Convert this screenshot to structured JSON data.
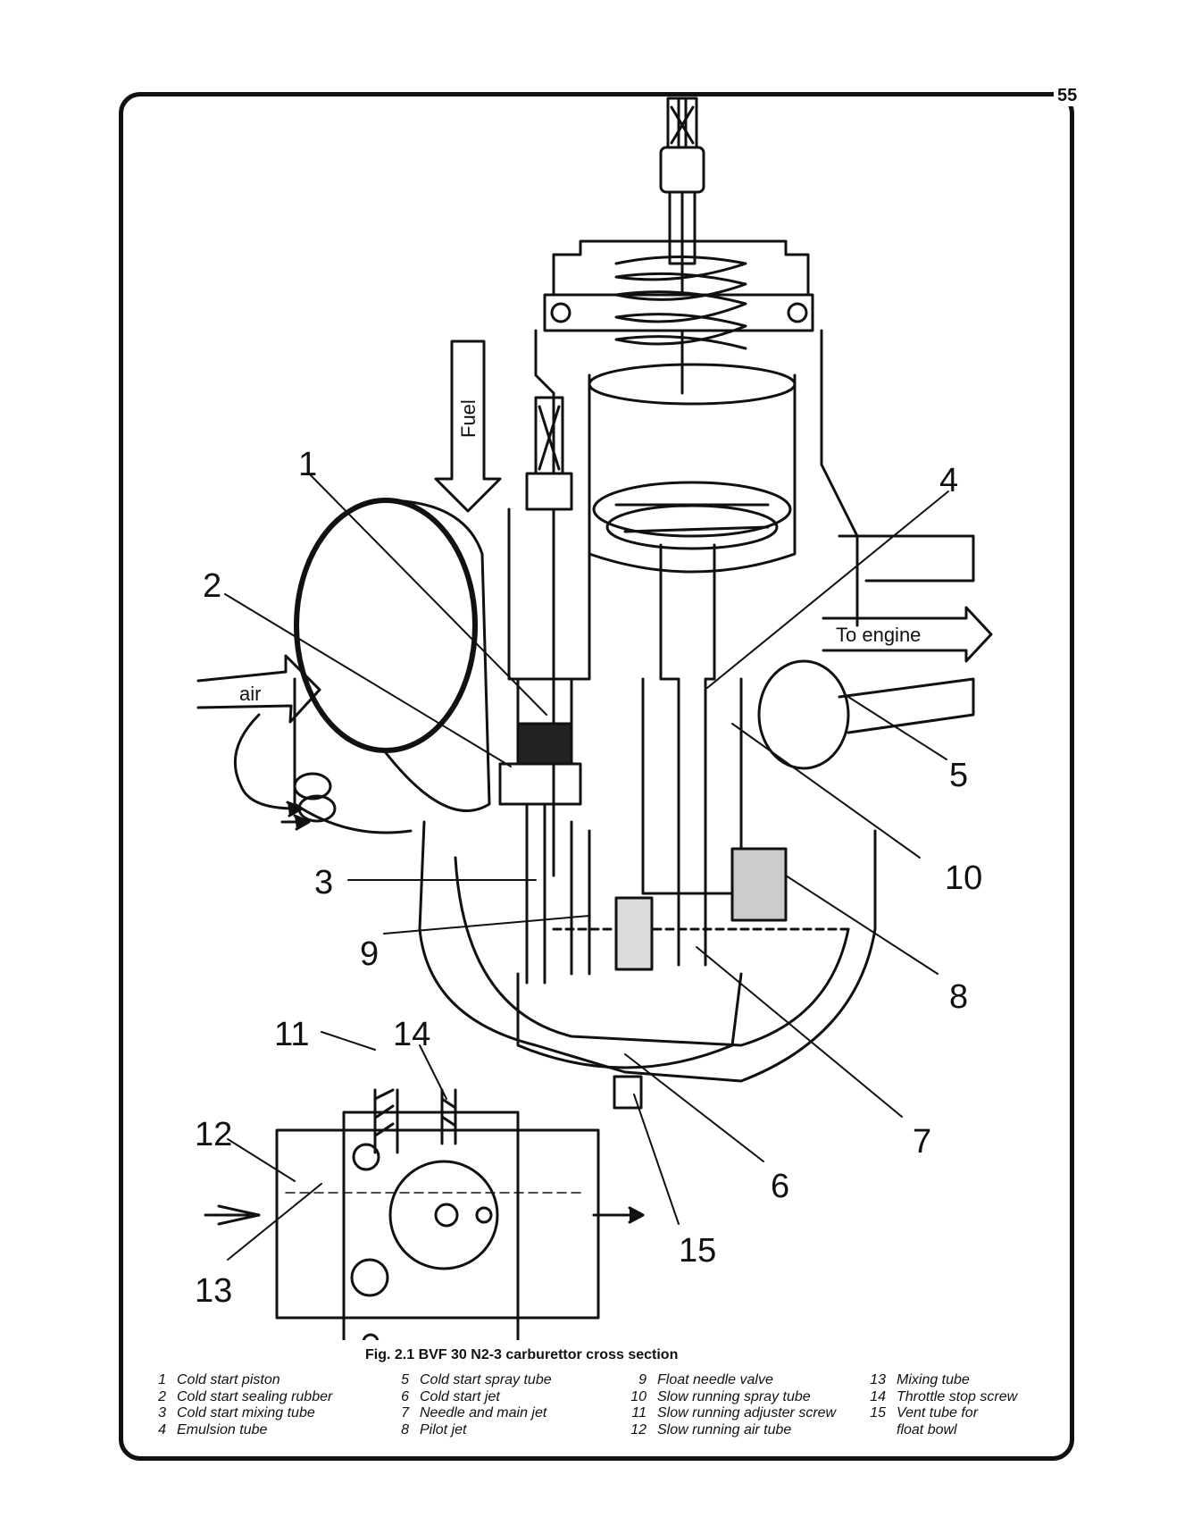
{
  "page_number": "55",
  "caption": "Fig. 2.1 BVF 30 N2-3 carburettor cross section",
  "flow_labels": {
    "fuel": "Fuel",
    "air": "air",
    "to_engine": "To engine"
  },
  "callouts": [
    "1",
    "2",
    "3",
    "4",
    "5",
    "6",
    "7",
    "8",
    "9",
    "10",
    "11",
    "12",
    "13",
    "14",
    "15"
  ],
  "legend": [
    [
      {
        "n": "1",
        "t": "Cold start piston"
      },
      {
        "n": "2",
        "t": "Cold start sealing rubber"
      },
      {
        "n": "3",
        "t": "Cold start mixing tube"
      },
      {
        "n": "4",
        "t": "Emulsion tube"
      }
    ],
    [
      {
        "n": "5",
        "t": "Cold start spray tube"
      },
      {
        "n": "6",
        "t": "Cold start jet"
      },
      {
        "n": "7",
        "t": "Needle and main jet"
      },
      {
        "n": "8",
        "t": "Pilot jet"
      }
    ],
    [
      {
        "n": "9",
        "t": "Float needle valve"
      },
      {
        "n": "10",
        "t": "Slow running spray tube"
      },
      {
        "n": "11",
        "t": "Slow running adjuster screw"
      },
      {
        "n": "12",
        "t": "Slow running air tube"
      }
    ],
    [
      {
        "n": "13",
        "t": "Mixing tube"
      },
      {
        "n": "14",
        "t": "Throttle stop screw"
      },
      {
        "n": "15",
        "t": "Vent tube for"
      },
      {
        "n": "",
        "t": "float bowl"
      }
    ]
  ]
}
